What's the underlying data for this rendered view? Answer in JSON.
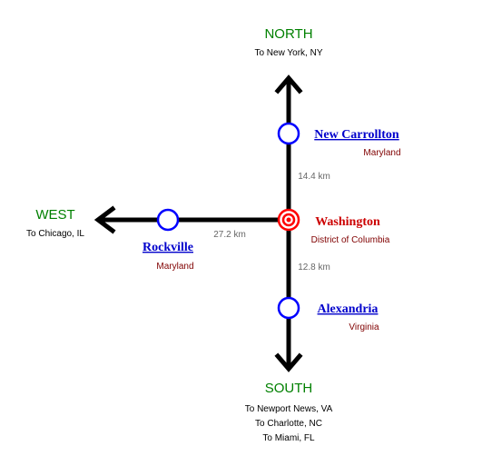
{
  "directions": {
    "north": {
      "label": "NORTH",
      "notes": [
        "To New York, NY"
      ]
    },
    "west": {
      "label": "WEST",
      "notes": [
        "To Chicago, IL"
      ]
    },
    "south": {
      "label": "SOUTH",
      "notes": [
        "To Newport News, VA",
        "To Charlotte, NC",
        "To Miami, FL"
      ]
    }
  },
  "stations": {
    "hub": {
      "name": "Washington",
      "region": "District of Columbia"
    },
    "north": {
      "name": "New Carrollton",
      "region": "Maryland"
    },
    "west": {
      "name": "Rockville",
      "region": "Maryland"
    },
    "south": {
      "name": "Alexandria",
      "region": "Virginia"
    }
  },
  "distances": {
    "north": "14.4 km",
    "west": "27.2 km",
    "south": "12.8 km"
  },
  "colors": {
    "direction_label": "#008000",
    "station_link": "#0000cc",
    "hub_label": "#cc0000",
    "region_label": "#800000",
    "distance_label": "#666666",
    "station_ring": "#0000ff",
    "hub_ring": "#ff0000"
  }
}
